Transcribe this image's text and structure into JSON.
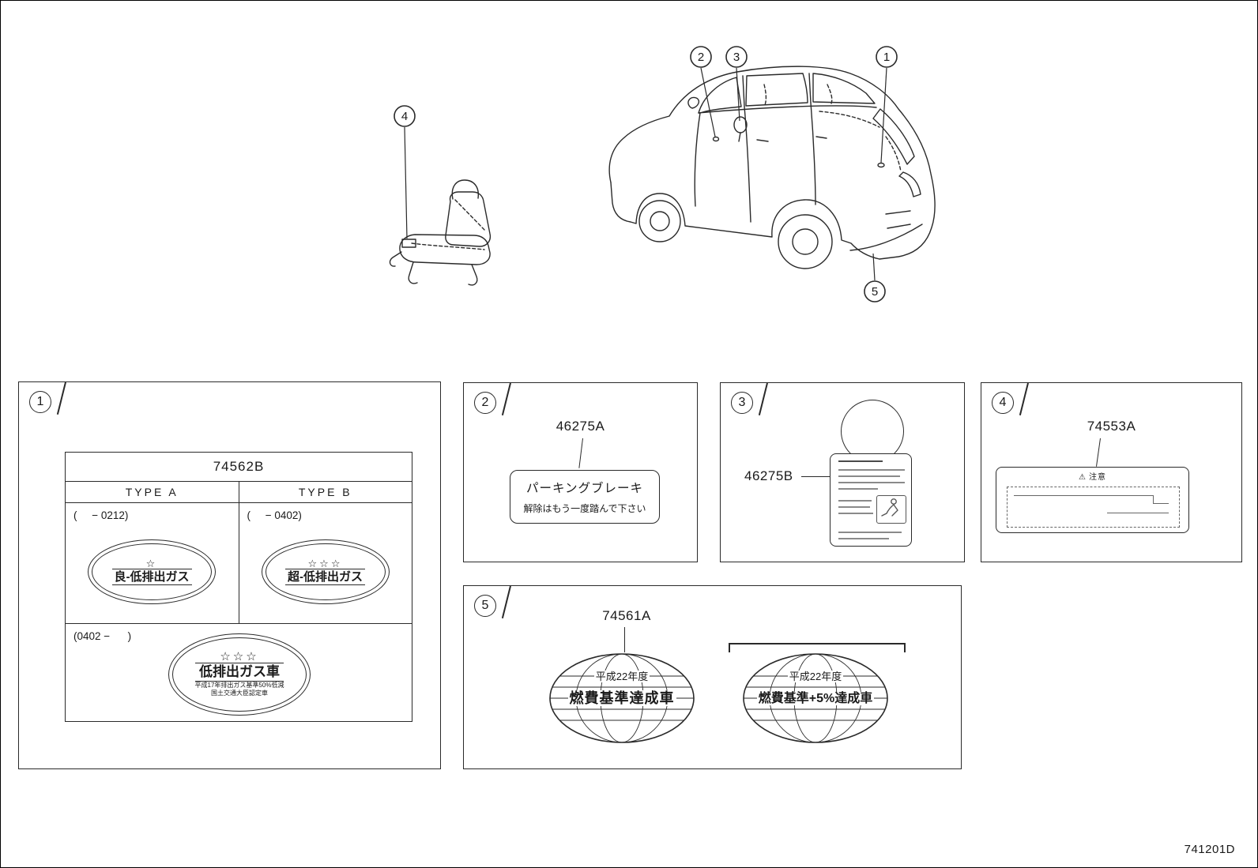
{
  "page": {
    "drawing_number": "741201D"
  },
  "callouts": {
    "c1": "1",
    "c2": "2",
    "c3": "3",
    "c4": "4",
    "c5": "5"
  },
  "panels": {
    "p1": {
      "num": "1",
      "part": "74562B",
      "type_a": "TYPE  A",
      "type_b": "TYPE  B",
      "range_a": "(     − 0212)",
      "range_b": "(     − 0402)",
      "range_c": "(0402 −      )",
      "badge_a": {
        "stars": "☆",
        "text": "良-低排出ガス"
      },
      "badge_b": {
        "stars": "☆☆☆",
        "text": "超-低排出ガス"
      },
      "badge_c": {
        "stars": "☆☆☆",
        "text": "低排出ガス車",
        "sub1": "平成17年排出ガス基準50%低減",
        "sub2": "国土交通大臣認定車"
      }
    },
    "p2": {
      "num": "2",
      "part": "46275A",
      "line1": "パーキングブレーキ",
      "line2": "解除はもう一度踏んで下さい"
    },
    "p3": {
      "num": "3",
      "part": "46275B"
    },
    "p4": {
      "num": "4",
      "part": "74553A",
      "warn_icon": "⚠",
      "caution": "注意"
    },
    "p5": {
      "num": "5",
      "part": "74561A",
      "left": {
        "line1": "平成22年度",
        "line2": "燃費基準達成車"
      },
      "right": {
        "line1": "平成22年度",
        "line2": "燃費基準+5%達成車"
      }
    }
  }
}
